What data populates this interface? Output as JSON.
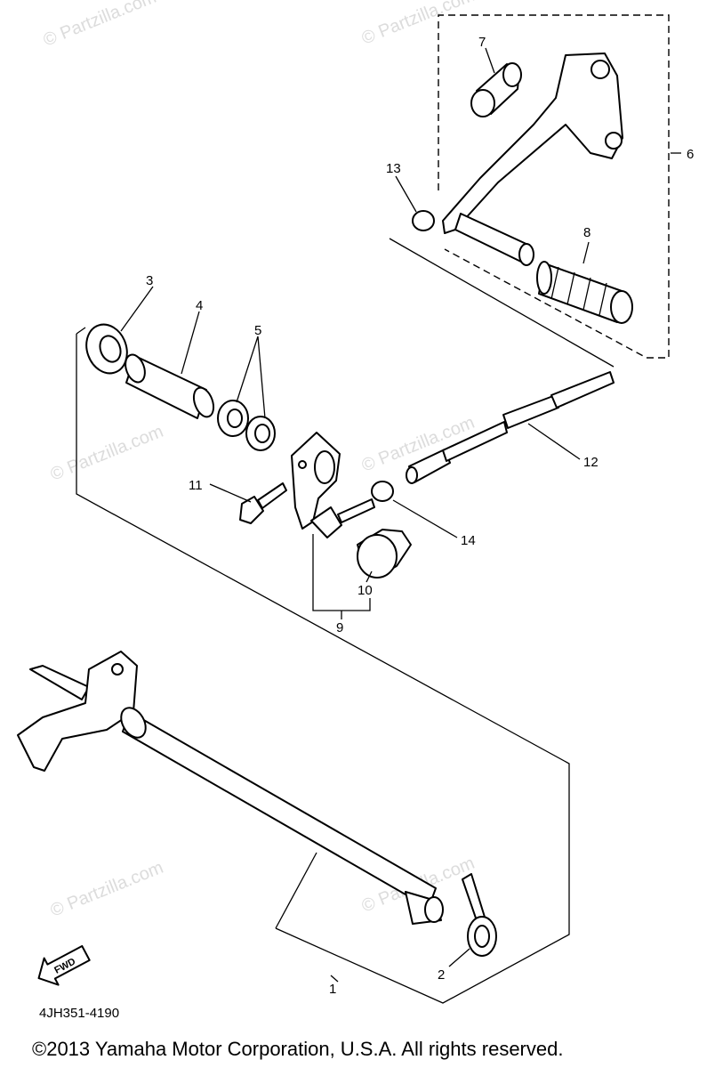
{
  "watermark": "© Partzilla.com",
  "callouts": {
    "c1": "1",
    "c2": "2",
    "c3": "3",
    "c4": "4",
    "c5": "5",
    "c6": "6",
    "c7": "7",
    "c8": "8",
    "c9": "9",
    "c10": "10",
    "c11": "11",
    "c12": "12",
    "c13": "13",
    "c14": "14"
  },
  "fwd_label": "FWD",
  "diagram_code": "4JH351-4190",
  "copyright": "©2013  Yamaha Motor Corporation, U.S.A. All rights reserved."
}
